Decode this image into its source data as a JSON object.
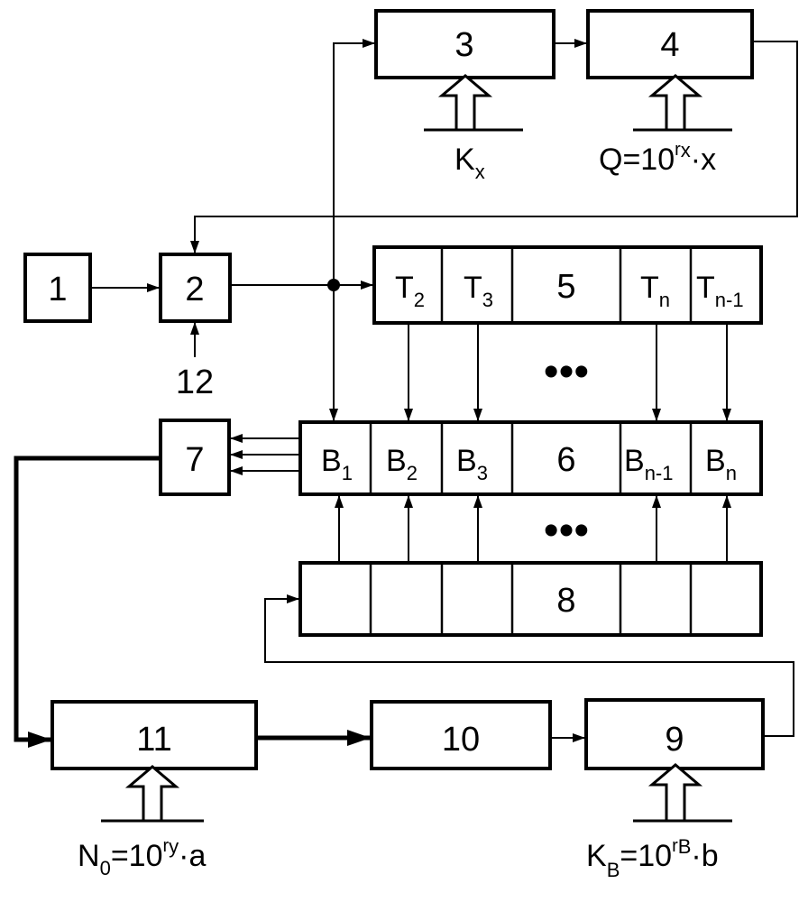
{
  "blocks": {
    "b1": "1",
    "b2": "2",
    "b3": "3",
    "b4": "4",
    "b5": "5",
    "b6": "6",
    "b7": "7",
    "b8": "8",
    "b9": "9",
    "b10": "10",
    "b11": "11"
  },
  "input_12": "12",
  "register5": {
    "c1": {
      "main": "T",
      "sub": "2"
    },
    "c2": {
      "main": "T",
      "sub": "3"
    },
    "c4": {
      "main": "T",
      "sub": "n"
    },
    "c5": {
      "main": "T",
      "sub": "n-1"
    }
  },
  "register6": {
    "c1": {
      "main": "B",
      "sub": "1"
    },
    "c2": {
      "main": "B",
      "sub": "2"
    },
    "c3": {
      "main": "B",
      "sub": "3"
    },
    "c5": {
      "main": "B",
      "sub": "n-1"
    },
    "c6": {
      "main": "B",
      "sub": "n"
    }
  },
  "labels": {
    "kx": {
      "main": "K",
      "sub": "x"
    },
    "q": {
      "pre": "Q=10",
      "sup": "r",
      "supsub": "x",
      "post": "·x"
    },
    "n0": {
      "main": "N",
      "sub": "0",
      "mid": "=10",
      "sup": "r",
      "supsub": "y",
      "post": "·a"
    },
    "kb": {
      "main": "K",
      "sub": "B",
      "mid": "=10",
      "sup": "r",
      "supsub": "B",
      "post": "·b"
    }
  },
  "ellipsis": "•••"
}
